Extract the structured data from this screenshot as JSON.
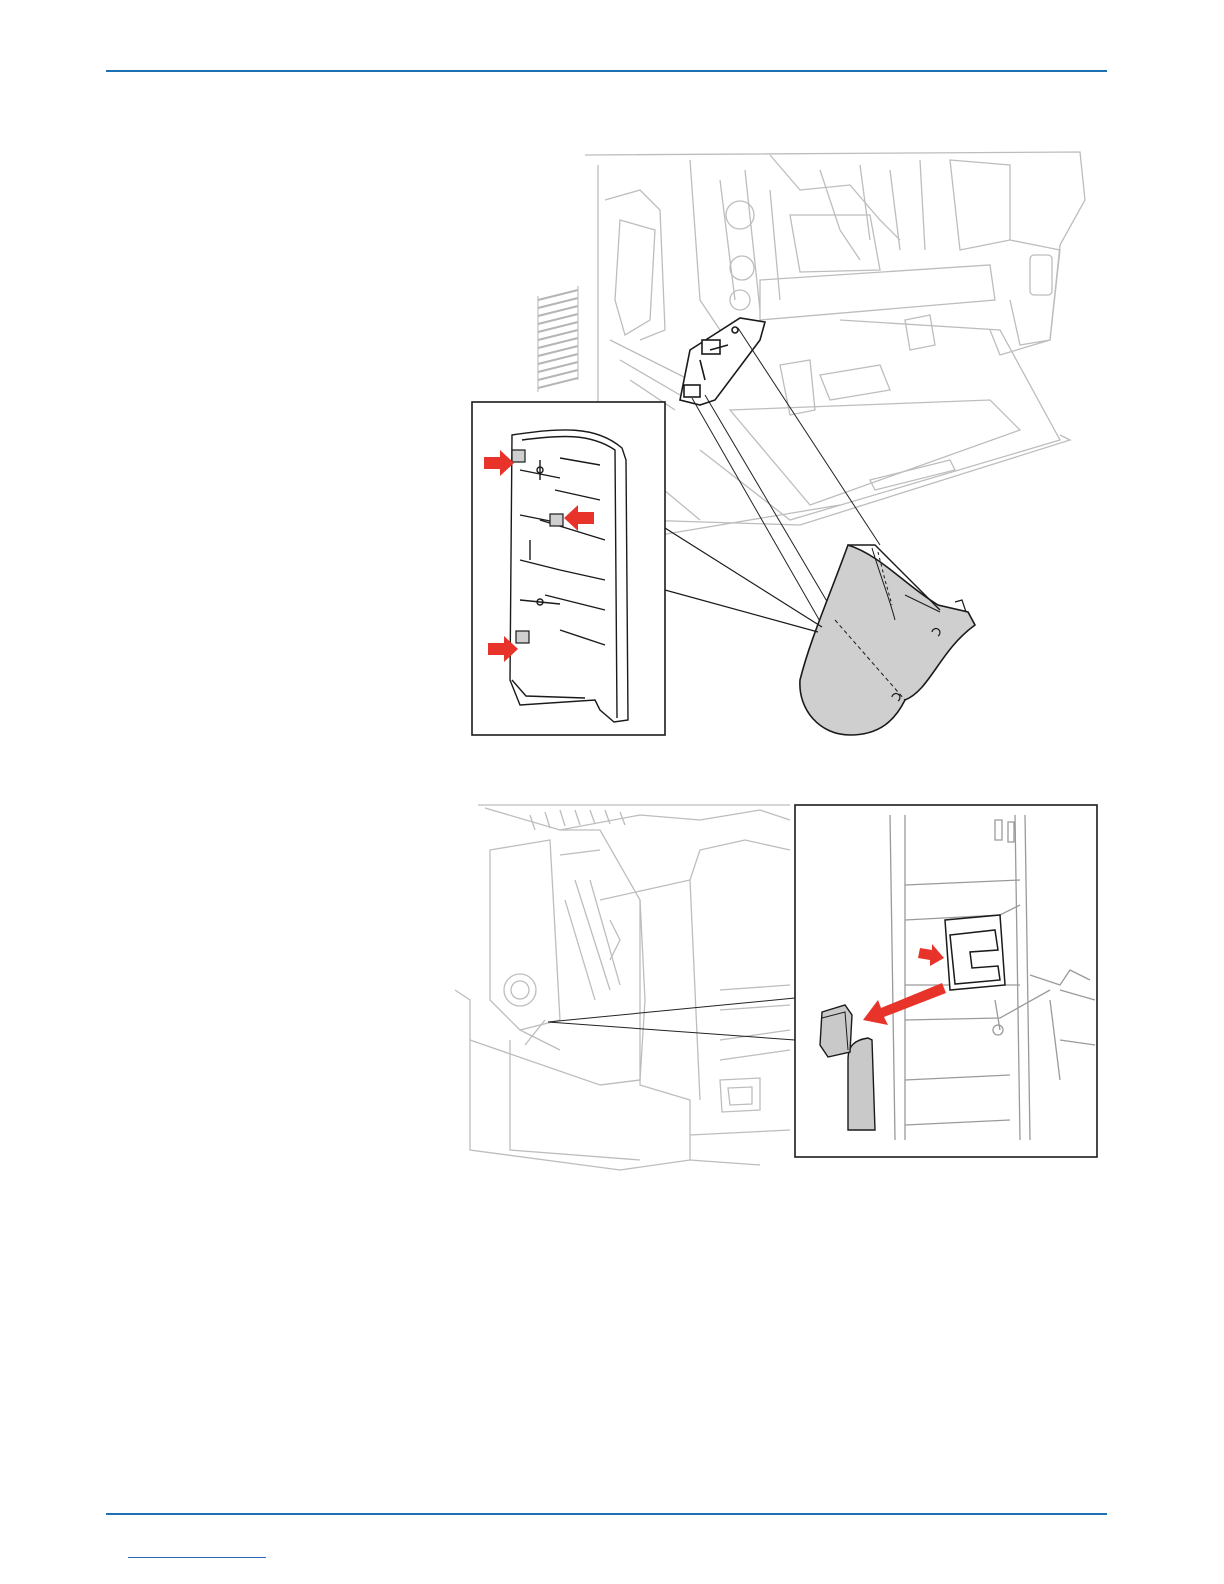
{
  "page": {
    "accent_color": "#1f6fb5",
    "arrow_color": "#e8332a",
    "part_fill": "#cfcfcf",
    "line_color": "#1a1a1a",
    "ghost_color": "#b9b9b9"
  },
  "figures": [
    {
      "id": "figure-1",
      "callouts": 3
    },
    {
      "id": "figure-2",
      "callouts": 2
    }
  ]
}
